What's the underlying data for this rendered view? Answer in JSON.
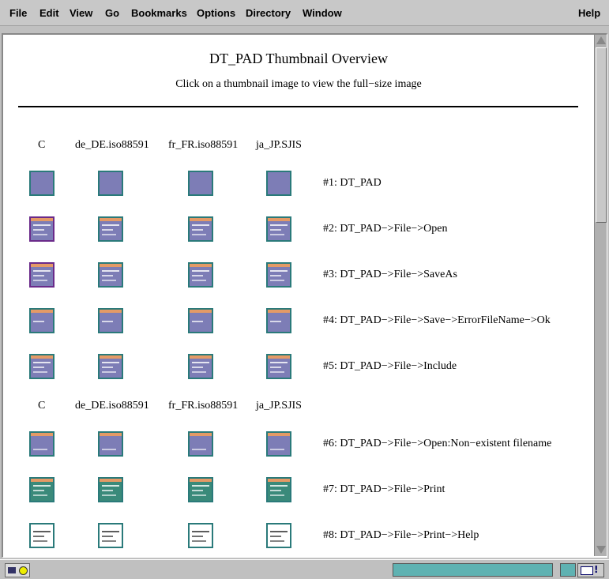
{
  "menu": {
    "items": [
      "File",
      "Edit",
      "View",
      "Go",
      "Bookmarks",
      "Options",
      "Directory",
      "Window"
    ],
    "help": "Help"
  },
  "page": {
    "title": "DT_PAD Thumbnail Overview",
    "subtitle": "Click on a thumbnail image to view the full−size image",
    "columns": [
      "C",
      "de_DE.iso88591",
      "fr_FR.iso88591",
      "ja_JP.SJIS"
    ],
    "rows": [
      {
        "label": "#1: DT_PAD",
        "style": "plain"
      },
      {
        "label": "#2: DT_PAD−>File−>Open",
        "style": "dialog"
      },
      {
        "label": "#3: DT_PAD−>File−>SaveAs",
        "style": "dialog"
      },
      {
        "label": "#4: DT_PAD−>File−>Save−>ErrorFileName−>Ok",
        "style": "orange"
      },
      {
        "label": "#5: DT_PAD−>File−>Include",
        "style": "dialog"
      },
      {
        "label": "#6: DT_PAD−>File−>Open:Non−existent filename",
        "style": "orange"
      },
      {
        "label": "#7: DT_PAD−>File−>Print",
        "style": "teal"
      },
      {
        "label": "#8: DT_PAD−>File−>Print−>Help",
        "style": "white"
      }
    ]
  },
  "icons": {
    "scroll_up": "arrow-up-icon",
    "scroll_down": "arrow-down-icon",
    "status_left": "component-bar-icon",
    "mail": "mail-icon"
  },
  "colors": {
    "thumb_bg": "#7d7db6",
    "thumb_border": "#2a7a7a",
    "status_bar": "#5fb2b2"
  }
}
